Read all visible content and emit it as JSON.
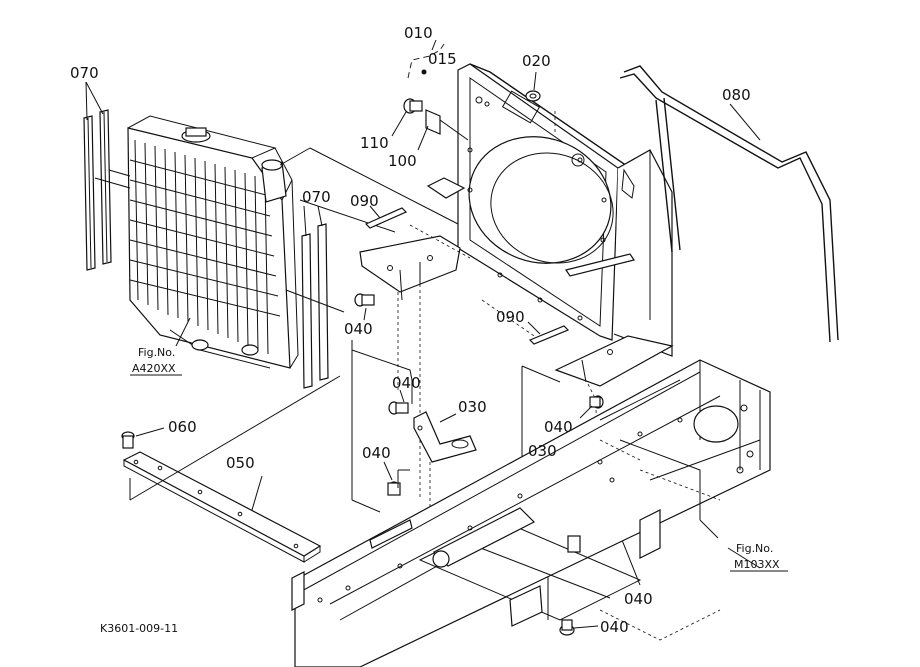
{
  "diagram": {
    "figure_id": "K3601-009-11",
    "part_labels": {
      "p010": "010",
      "p015": "015",
      "p020": "020",
      "p030a": "030",
      "p030b": "030",
      "p040a": "040",
      "p040b": "040",
      "p040c": "040",
      "p040d": "040",
      "p040e": "040",
      "p040f": "040",
      "p050": "050",
      "p060": "060",
      "p070a": "070",
      "p070b": "070",
      "p080": "080",
      "p090a": "090",
      "p090b": "090",
      "p100": "100",
      "p110": "110"
    },
    "references": {
      "ref1_line1": "Fig.No.",
      "ref1_line2": "A420XX",
      "ref2_line1": "Fig.No.",
      "ref2_line2": "M103XX"
    }
  }
}
